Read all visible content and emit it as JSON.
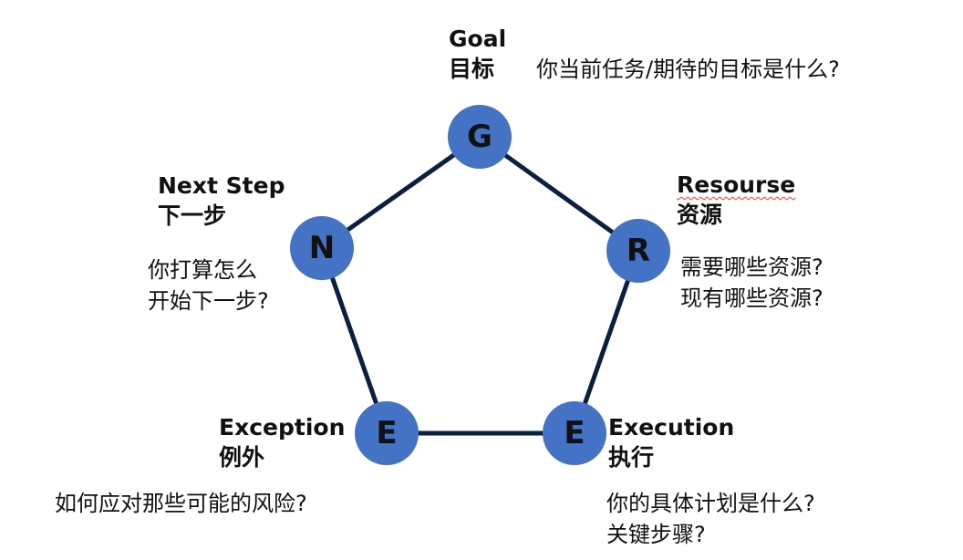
{
  "diagram": {
    "colors": {
      "node_fill": "#4472c4",
      "edge": "#0b1f40",
      "text": "#111111",
      "spellcheck_underline": "#e04040"
    },
    "nodes": {
      "goal": {
        "letter": "G",
        "title_en": "Goal",
        "title_zh": "目标",
        "desc": [
          "你当前任务/期待的目标是什么?"
        ]
      },
      "resource": {
        "letter": "R",
        "title_en": "Resourse",
        "title_zh": "资源",
        "desc": [
          "需要哪些资源?",
          "现有哪些资源?"
        ]
      },
      "execution": {
        "letter": "E",
        "title_en": "Execution",
        "title_zh": "执行",
        "desc": [
          "你的具体计划是什么?",
          "关键步骤?"
        ]
      },
      "exception": {
        "letter": "E",
        "title_en": "Exception",
        "title_zh": "例外",
        "desc": [
          "如何应对那些可能的风险?"
        ]
      },
      "next_step": {
        "letter": "N",
        "title_en": "Next Step",
        "title_zh": "下一步",
        "desc": [
          "你打算怎么",
          "开始下一步?"
        ]
      }
    }
  }
}
